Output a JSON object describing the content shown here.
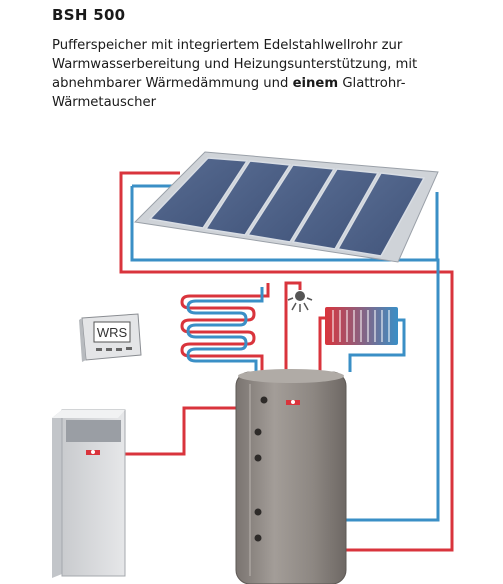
{
  "header": {
    "title": "BSH 500",
    "desc_part1": "Pufferspeicher mit integriertem Edelstahlwellrohr zur Warmwasserbereitung und Heizungsunterstützung, mit abnehmbarer Wärmedämmung und ",
    "desc_bold": "einem",
    "desc_part2": " Glattrohr-Wärmetauscher"
  },
  "controller": {
    "label": "WRS"
  },
  "colors": {
    "hot": "#d9343c",
    "cold": "#3a8fc6",
    "panel": "#4a5f86",
    "tank": "#8b8580",
    "boiler": "#e8e9eb"
  }
}
